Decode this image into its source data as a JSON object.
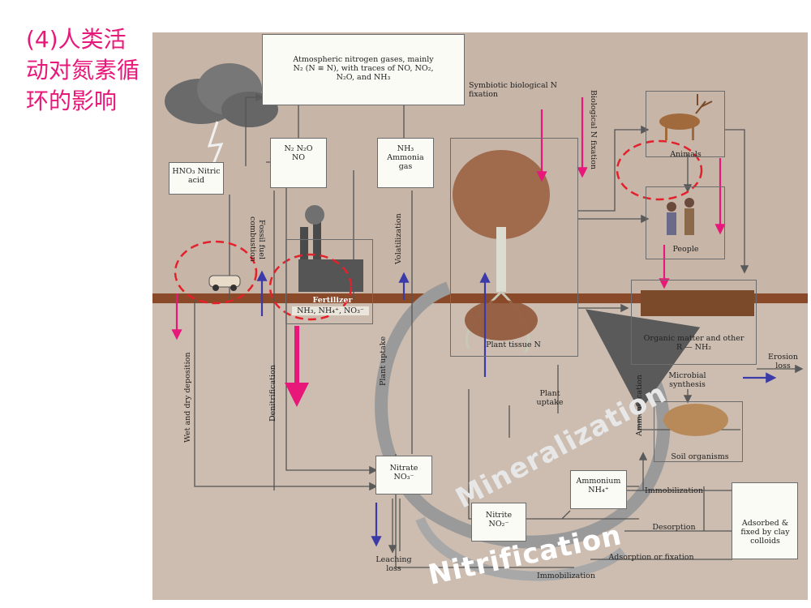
{
  "title": "(4)人类活动对氮素循环的影响",
  "colors": {
    "highlight_arrow": "#e8177a",
    "blue_arrow": "#3a3aa8",
    "dashed_circle": "#e4202a",
    "background": "#c7b5a8",
    "soil": "#8a4a2a"
  },
  "nodes": {
    "atmosphere": "Atmospheric nitrogen gases, mainly N₂ (N ≡ N), with traces of NO, NO₂, N₂O, and NH₃",
    "nitric_acid": "HNO₃ Nitric acid",
    "nox": "N₂ N₂O NO",
    "ammonia_gas": "NH₃ Ammonia gas",
    "fertilizer": "Fertilizer",
    "fertilizer_formula": "NH₃, NH₄⁺, NO₃⁻",
    "plant_tissue": "Plant tissue N",
    "animals": "Animals",
    "people": "People",
    "organic_matter": "Organic matter and other R — NH₂",
    "microbial_synthesis": "Microbial synthesis",
    "soil_organisms": "Soil organisms",
    "nitrate": "Nitrate NO₃⁻",
    "ammonium": "Ammonium NH₄⁺",
    "nitrite": "Nitrite NO₂⁻",
    "adsorbed": "Adsorbed & fixed by clay colloids",
    "erosion": "Erosion loss",
    "leaching": "Leaching loss"
  },
  "process_labels": {
    "symbiotic": "Symbiotic biological N fixation",
    "biological": "Biological N fixation",
    "fossil": "Fossil fuel combustion",
    "volatilization": "Volatilization",
    "plant_uptake_side": "Plant uptake",
    "plant_uptake": "Plant uptake",
    "denitrification": "Denitrification",
    "wet_dry": "Wet and dry deposition",
    "ammonification": "Ammonification",
    "immobilization": "Immobilization",
    "desorption": "Desorption",
    "adsorption": "Adsorption or fixation",
    "immobilization_bottom": "Immobilization",
    "mineralization": "Mineralization",
    "nitrification": "Nitrification"
  }
}
